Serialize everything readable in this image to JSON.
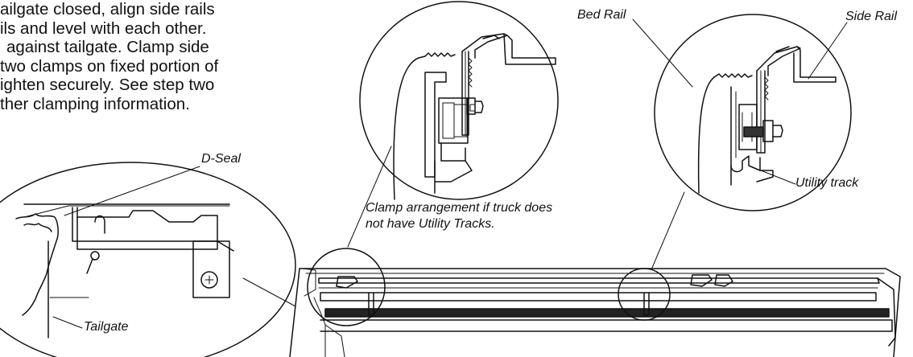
{
  "instructions": {
    "lines": [
      "ailgate closed, align side rails",
      "ils and level with each other.",
      "against tailgate.  Clamp side",
      "two clamps on fixed portion of",
      "ighten securely.  See step two",
      "ther clamping information."
    ]
  },
  "labels": {
    "d_seal": "D-Seal",
    "tailgate": "Tailgate",
    "bed_rail": "Bed Rail",
    "side_rail": "Side Rail",
    "utility_track": "Utility track"
  },
  "caption": {
    "line1": "Clamp arrangement if truck does",
    "line2": "not have Utility Tracks."
  }
}
